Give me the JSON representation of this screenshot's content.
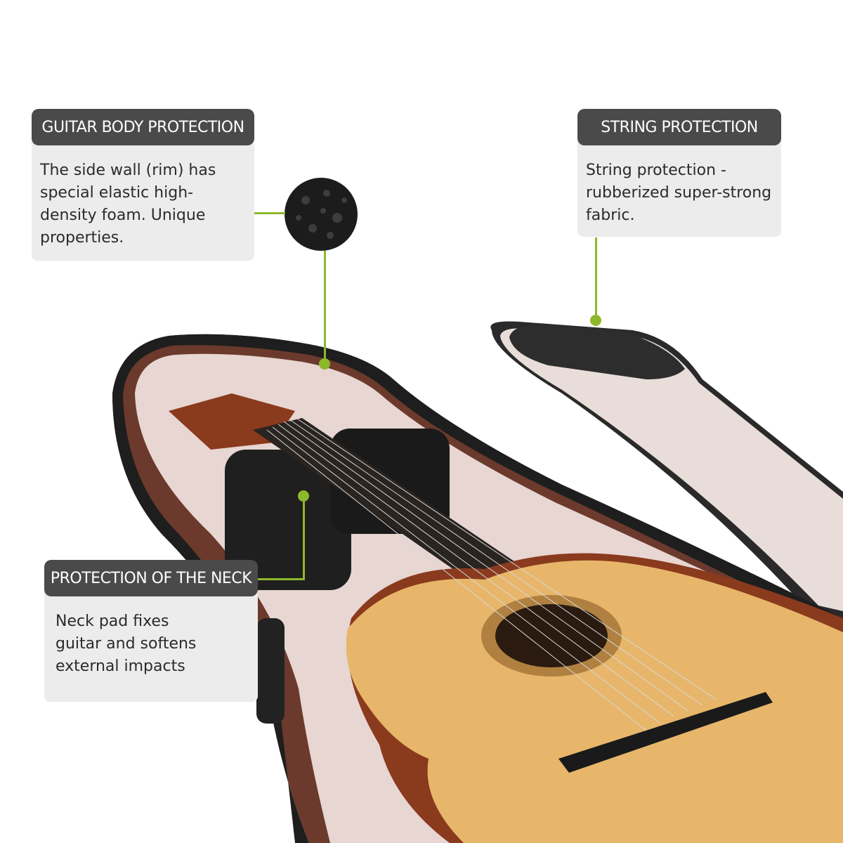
{
  "callouts": {
    "body": {
      "title": "GUITAR BODY PROTECTION",
      "text": "The side wall (rim) has special elastic high-density foam. Unique properties."
    },
    "strings": {
      "title": "STRING PROTECTION",
      "text": "String protection - rubberized super-strong fabric."
    },
    "neck": {
      "title": "PROTECTION OF THE NECK",
      "text": "Neck pad fixes guitar and softens external impacts"
    }
  },
  "colors": {
    "accent": "#8db82a",
    "header": "#4a4a4a",
    "panel": "#ececec"
  }
}
